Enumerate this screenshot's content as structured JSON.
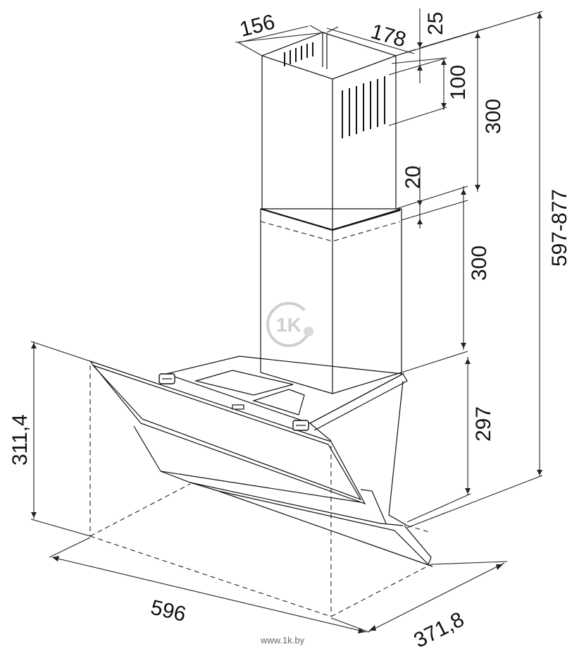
{
  "dimensions": {
    "chimney_depth": "156",
    "chimney_width": "178",
    "top_offset": "25",
    "vent_height": "100",
    "upper_section": "300",
    "overlap": "20",
    "lower_section": "300",
    "hood_height": "297",
    "total_height": "597-877",
    "glass_height": "311,4",
    "width": "596",
    "depth": "371,8"
  },
  "watermark": {
    "logo_text": "1K",
    "site": "www.1k.by"
  }
}
